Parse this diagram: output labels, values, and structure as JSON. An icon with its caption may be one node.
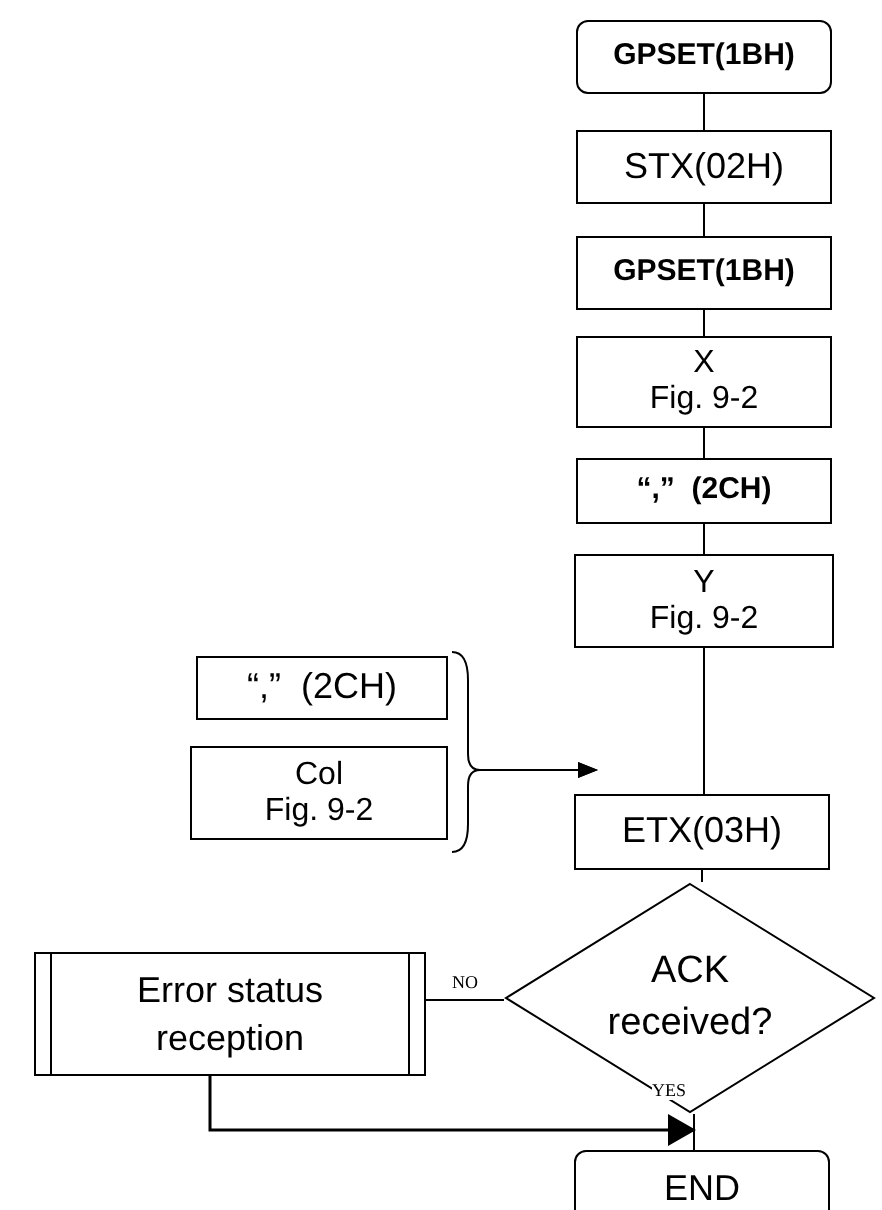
{
  "diagram": {
    "nodes": [
      {
        "text": [
          "GPSET(1BH)"
        ]
      },
      {
        "text": [
          "STX(02H)"
        ]
      },
      {
        "text": [
          "GPSET(1BH)"
        ]
      },
      {
        "text": [
          "X",
          "Fig. 9-2"
        ]
      },
      {
        "text": [
          "“,”  (2CH)"
        ]
      },
      {
        "text": [
          "Y",
          "Fig. 9-2"
        ]
      },
      {
        "text": [
          "“,”  (2CH)"
        ]
      },
      {
        "text": [
          "Col",
          "Fig. 9-2"
        ]
      },
      {
        "text": [
          "ETX(03H)"
        ]
      },
      {
        "text": [
          "ACK received?"
        ]
      },
      {
        "text": [
          "Error status reception"
        ]
      },
      {
        "text": [
          "END"
        ]
      }
    ],
    "edges": [
      {
        "from": 0,
        "to": 1,
        "arrow": "none"
      },
      {
        "from": 1,
        "to": 2,
        "arrow": "none"
      },
      {
        "from": 2,
        "to": 3,
        "arrow": "none"
      },
      {
        "from": 3,
        "to": 4,
        "arrow": "none"
      },
      {
        "from": 4,
        "to": 5,
        "arrow": "none"
      },
      {
        "from": 5,
        "to": 8,
        "arrow": "none"
      },
      {
        "from": 6,
        "to": 8,
        "arrow": "to"
      },
      {
        "from": 7,
        "to": 8,
        "arrow": "to"
      },
      {
        "from": 8,
        "to": 9,
        "arrow": "none"
      },
      {
        "from": 9,
        "to": 10,
        "arrow": "none",
        "label": "NO"
      },
      {
        "from": 9,
        "to": 11,
        "arrow": "none",
        "label": "YES"
      },
      {
        "from": 10,
        "to": 11,
        "arrow": "to"
      }
    ]
  }
}
